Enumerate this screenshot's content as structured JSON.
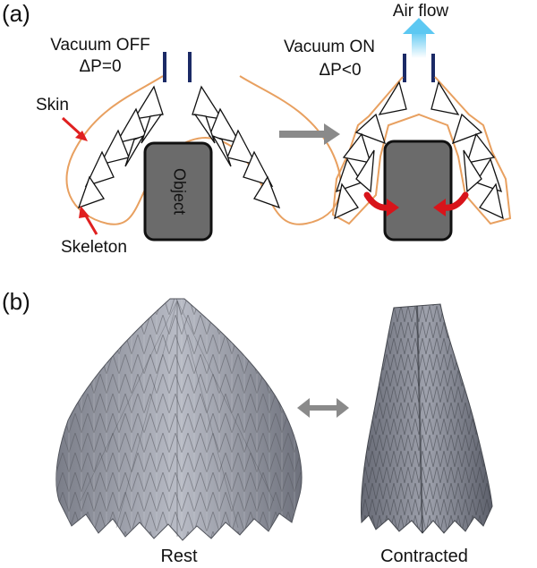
{
  "panel_a": {
    "label": "(a)",
    "left": {
      "title": "Vacuum OFF",
      "pressure": "ΔP=0",
      "skin_label": "Skin",
      "skeleton_label": "Skeleton",
      "object_label": "Object"
    },
    "right": {
      "airflow_label": "Air flow",
      "title": "Vacuum ON",
      "pressure": "ΔP<0"
    }
  },
  "panel_b": {
    "label": "(b)",
    "rest_label": "Rest",
    "contracted_label": "Contracted"
  },
  "colors": {
    "skin": "#e8a060",
    "skin_arrow": "#e02020",
    "tube": "#1b2a66",
    "object_fill": "#6b6b6b",
    "process_arrow": "#8a8a8a",
    "airflow": "#5cc8f2",
    "squeeze_arrow": "#d8141a"
  },
  "icons": [
    "process-arrow-icon",
    "airflow-arrow-icon",
    "double-arrow-icon",
    "squeeze-arrow-icon"
  ]
}
